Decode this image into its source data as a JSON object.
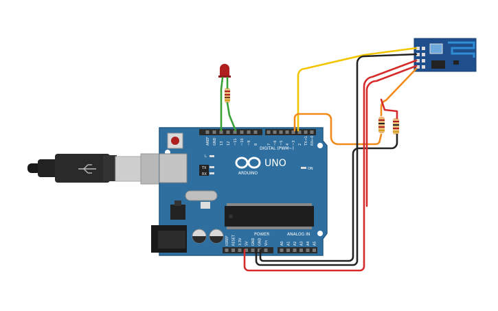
{
  "board": {
    "brand": "ARDUINO",
    "model": "UNO",
    "section_digital": "DIGITAL (PWM~)",
    "section_power": "POWER",
    "section_analog": "ANALOG IN",
    "led_on": "ON",
    "led_l": "L",
    "led_tx": "TX",
    "led_rx": "RX",
    "digital_pins": [
      "AREF",
      "GND",
      "13",
      "12",
      "~11",
      "~10",
      "~9",
      "8",
      "7",
      "~6",
      "~5",
      "4",
      "~3",
      "2",
      "TX→1",
      "RX←0"
    ],
    "power_pins": [
      "IOREF",
      "RESET",
      "3.3V",
      "5V",
      "GND",
      "GND",
      "Vin"
    ],
    "analog_pins": [
      "A0",
      "A1",
      "A2",
      "A3",
      "A4",
      "A5"
    ]
  },
  "colors": {
    "board": "#2f6f9f",
    "board_edge": "#245a83",
    "header": "#2b2b2b",
    "wire_red": "#d62b2b",
    "wire_black": "#222222",
    "wire_yellow": "#f2c500",
    "wire_orange": "#f28a1a",
    "wire_green": "#3aa035",
    "led": "#b01f1f",
    "esp_board": "#1f4e8c"
  },
  "components": {
    "usb_cable": "usb-cable",
    "led": "red-led",
    "resistors": 3,
    "wifi_module": "esp-01-module"
  }
}
